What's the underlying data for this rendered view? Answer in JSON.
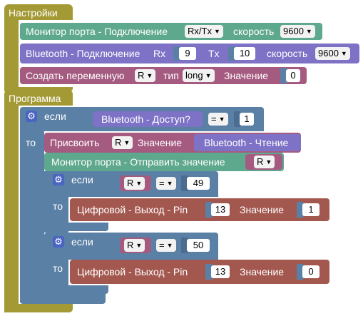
{
  "colors": {
    "setup": "#a39a35",
    "serial": "#5ea88d",
    "bluetooth": "#7d72c6",
    "variable": "#a55b80",
    "logic": "#5b80a5",
    "digital": "#a3584f",
    "field_bg": "#ffffff",
    "dropdown_bg": "#f2f2f2"
  },
  "setup": {
    "label": "Настройки",
    "serial_connect": {
      "label": "Монитор порта - Подключение",
      "port": "Rx/Tx",
      "speed_label": "скорость",
      "speed": "9600"
    },
    "bt_connect": {
      "label": "Bluetooth - Подключение",
      "rx_label": "Rx",
      "rx": "9",
      "tx_label": "Tx",
      "tx": "10",
      "speed_label": "скорость",
      "speed": "9600"
    },
    "create_var": {
      "label": "Создать переменную",
      "var": "R",
      "type_label": "тип",
      "type": "long",
      "value_label": "Значение",
      "value": "0"
    }
  },
  "program": {
    "label": "Программа",
    "if1": {
      "if_label": "если",
      "then_label": "то",
      "cond": {
        "left": "Bluetooth - Доступ?",
        "op": "=",
        "right": "1"
      },
      "assign": {
        "label": "Присвоить",
        "var": "R",
        "value_label": "Значение",
        "value": "Bluetooth - Чтение"
      },
      "serial_send": {
        "label": "Монитор порта - Отправить значение",
        "value": "R"
      },
      "if2": {
        "if_label": "если",
        "then_label": "то",
        "left": "R",
        "op": "=",
        "right": "49",
        "action": {
          "label": "Цифровой - Выход - Pin",
          "pin": "13",
          "value_label": "Значение",
          "value": "1"
        }
      },
      "if3": {
        "if_label": "если",
        "then_label": "то",
        "left": "R",
        "op": "=",
        "right": "50",
        "action": {
          "label": "Цифровой - Выход - Pin",
          "pin": "13",
          "value_label": "Значение",
          "value": "0"
        }
      }
    }
  }
}
